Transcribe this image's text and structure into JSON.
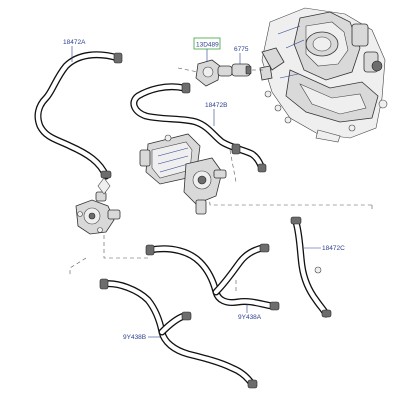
{
  "callouts": {
    "hose_left": "18472A",
    "part_top": "13D489",
    "connector": "6775",
    "hose_middle": "18472B",
    "hose_right": "18472C",
    "hose_lower_right": "9Y438A",
    "hose_lower_left": "9Y438B"
  },
  "colors": {
    "callout_text": "#2b3f8f",
    "highlight_box": "#3aa53a"
  }
}
